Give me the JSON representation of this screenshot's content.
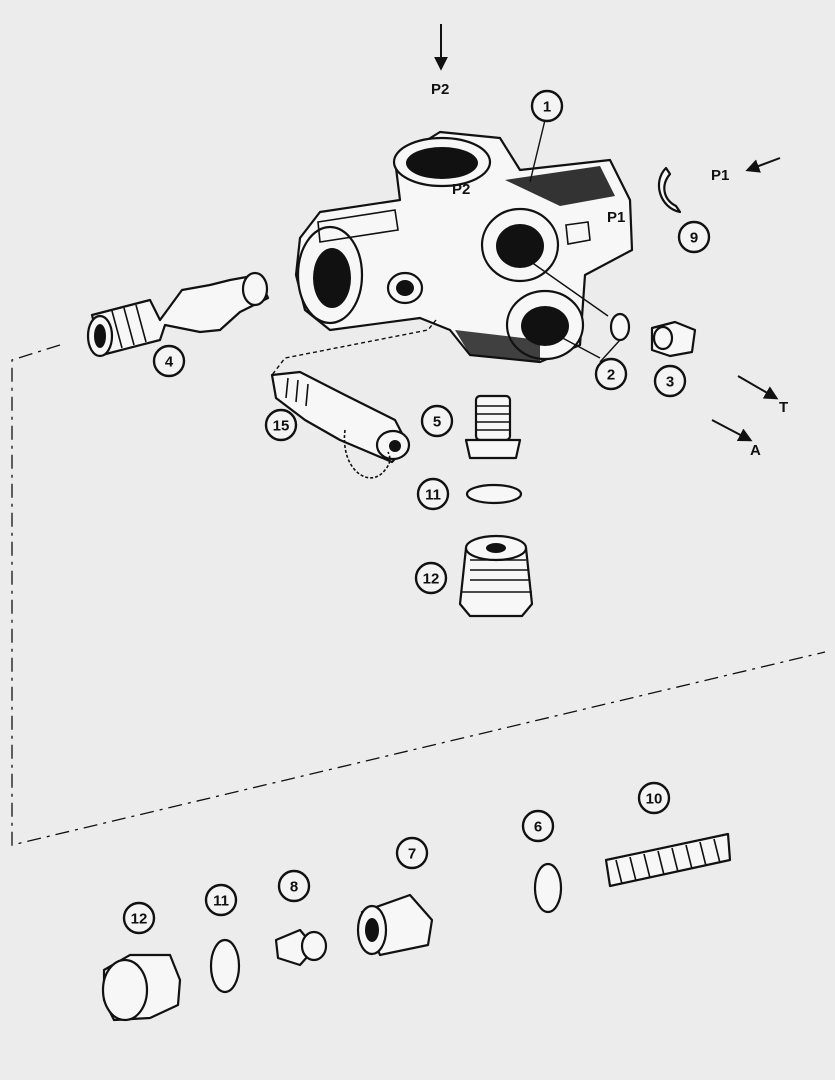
{
  "ports": {
    "p2_top": "P2",
    "p1": "P1",
    "t": "T",
    "a": "A",
    "body_p2": "P2",
    "body_p1": "P1"
  },
  "callouts": {
    "c1": "1",
    "c2": "2",
    "c3": "3",
    "c4": "4",
    "c5": "5",
    "c6": "6",
    "c7": "7",
    "c8": "8",
    "c9": "9",
    "c10": "10",
    "c11a": "11",
    "c11b": "11",
    "c12a": "12",
    "c12b": "12",
    "c15": "15"
  }
}
